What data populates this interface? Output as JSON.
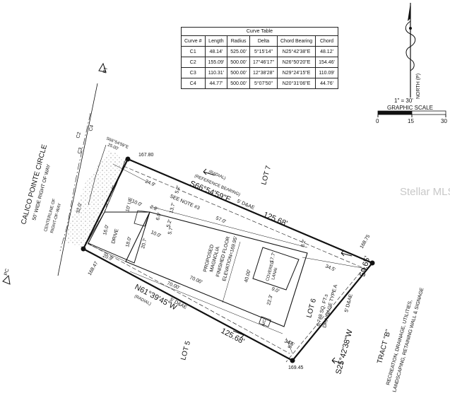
{
  "curve_table": {
    "title": "Curve Table",
    "headers": [
      "Curve #",
      "Length",
      "Radius",
      "Delta",
      "Chord Bearing",
      "Chord"
    ],
    "rows": [
      [
        "C1",
        "48.14'",
        "525.00'",
        "5°15'14\"",
        "N25°42'38\"E",
        "48.12'"
      ],
      [
        "C2",
        "155.09'",
        "500.00'",
        "17°46'17\"",
        "N26°50'20\"E",
        "154.46'"
      ],
      [
        "C3",
        "110.31'",
        "500.00'",
        "12°38'28\"",
        "N29°24'15\"E",
        "110.09'"
      ],
      [
        "C4",
        "44.77'",
        "500.00'",
        "5°07'50\"",
        "N20°31'06\"E",
        "44.76'"
      ]
    ]
  },
  "north_arrow": {
    "label": "NORTH (P)"
  },
  "scale": {
    "ratio": "1\" = 30'",
    "label": "GRAPHIC SCALE",
    "ticks": [
      "0",
      "15",
      "30"
    ]
  },
  "road": {
    "name": "CALICO POINTE CIRCLE",
    "row": "50' WIDE RIGHT OF WAY",
    "centerline": [
      "CENTERLINE OF",
      "RIGHT-OF-WAY"
    ],
    "pt": "PT",
    "pc": "PC",
    "curves": [
      "C2",
      "C4",
      "C3"
    ]
  },
  "lots": {
    "lot7": "LOT 7",
    "lot5": "LOT 5",
    "lot6": "LOT 6"
  },
  "tract": [
    "TRACT \"B\"",
    "RECREATION, DRAINAGE, UTILITIES,",
    "LANDSCAPING, RETAINING WALL & SIGNAGE"
  ],
  "lot_info": [
    "6,748 SQ. FT.±",
    "DRAINAGE TYPE A"
  ],
  "elevations": [
    "167.80",
    "168.75",
    "169.45",
    "168.47"
  ],
  "bearings": {
    "north": "S66°54'59\"E",
    "north_small": "S66°54'59\"E",
    "south": "N61°39'45\"W",
    "east": "S25°42'38\"W"
  },
  "distances": {
    "north": "125.68'",
    "south": "125.68'",
    "east": "59.65'",
    "frontage": "25.00'",
    "d_57": "57.0'",
    "d_70a": "70.00'",
    "d_70b": "70.00'",
    "d_40": "40.00'",
    "d_24_9": "24.9'",
    "d_20_9": "20.9'",
    "d_34_5a": "34.5'",
    "d_34_5b": "34.5'",
    "d_32": "32.0'",
    "d_20_7": "20.7'",
    "d_18": "18.0'",
    "d_16": "16.0'",
    "d_10a": "10.0'",
    "d_10b": "10.0'",
    "d_13_7": "13.7'",
    "d_5_2a": "5.2'",
    "d_5_2b": "5.2'",
    "d_8_2": "8.2'",
    "d_17_7": "17.7'",
    "d_9": "9.0'",
    "d_22_3": "22.3'",
    "d_5_7": "5.7'",
    "d_2_8": "2.8'",
    "d_6": "6.0'",
    "d_5": "5.0'"
  },
  "notes": {
    "radial_north": "(RADIAL)",
    "reference": "(REFERENCE BEARING)",
    "radial_south": "(RADIAL)",
    "see_note": "SEE NOTE #3",
    "easement_north": "5' D&AE",
    "easement_south": "5' D&AE",
    "easement_east": "5' D&AE",
    "ue": "10' UE",
    "drive": "DRIVE",
    "ac": "A/C",
    "lanai": [
      "COVERED",
      "LANAI"
    ],
    "house": [
      "PROPOSED",
      "MAGNOLIA",
      "FINISHED FLOOR",
      "ELEVATION=169.95'"
    ]
  },
  "watermark": "Stellar MLS"
}
